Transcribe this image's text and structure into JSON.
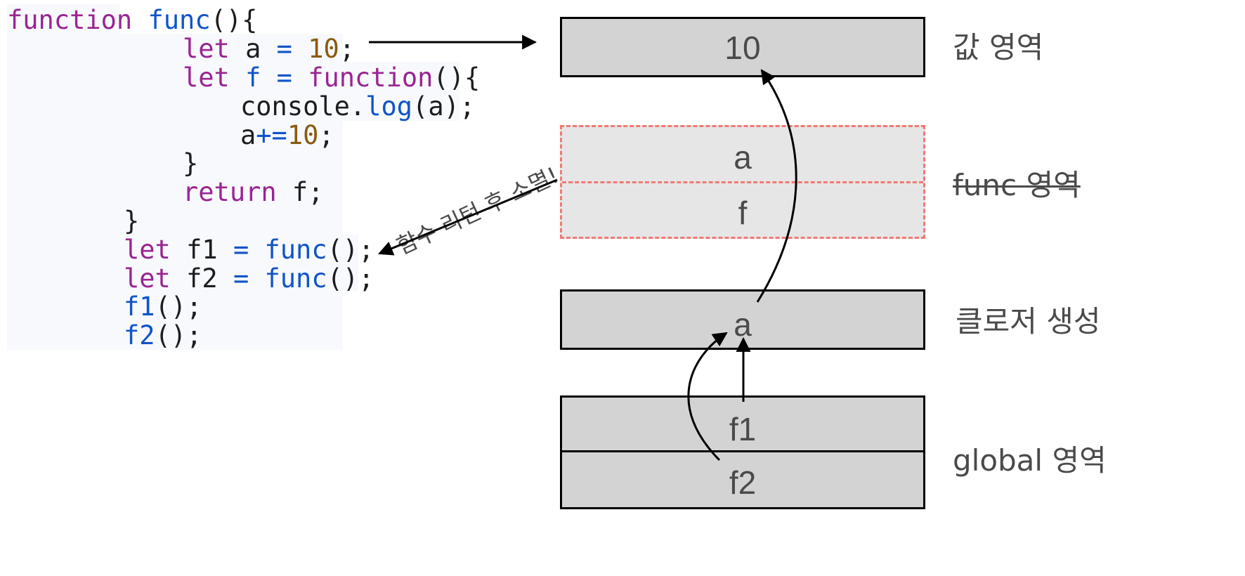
{
  "code": {
    "lines": [
      [
        {
          "t": "function",
          "c": "kw"
        },
        {
          "t": " "
        },
        {
          "t": "func",
          "c": "fn"
        },
        {
          "t": "(){"
        }
      ],
      [
        {
          "t": "let",
          "c": "kw"
        },
        {
          "t": " a "
        },
        {
          "t": "=",
          "c": "op"
        },
        {
          "t": " "
        },
        {
          "t": "10",
          "c": "num"
        },
        {
          "t": ";"
        }
      ],
      [
        {
          "t": "let",
          "c": "kw"
        },
        {
          "t": " "
        },
        {
          "t": "f",
          "c": "fn"
        },
        {
          "t": " "
        },
        {
          "t": "=",
          "c": "op"
        },
        {
          "t": " "
        },
        {
          "t": "function",
          "c": "kw"
        },
        {
          "t": "(){"
        }
      ],
      [
        {
          "t": "console."
        },
        {
          "t": "log",
          "c": "fn"
        },
        {
          "t": "(a);"
        }
      ],
      [
        {
          "t": "a"
        },
        {
          "t": "+=",
          "c": "op"
        },
        {
          "t": "10",
          "c": "num"
        },
        {
          "t": ";"
        }
      ],
      [
        {
          "t": "}"
        }
      ],
      [
        {
          "t": "return",
          "c": "kw"
        },
        {
          "t": " f;"
        }
      ],
      [
        {
          "t": "}"
        }
      ],
      [
        {
          "t": "let",
          "c": "kw"
        },
        {
          "t": " f1 "
        },
        {
          "t": "=",
          "c": "op"
        },
        {
          "t": " "
        },
        {
          "t": "func",
          "c": "fn"
        },
        {
          "t": "();"
        }
      ],
      [
        {
          "t": "let",
          "c": "kw"
        },
        {
          "t": " f2 "
        },
        {
          "t": "=",
          "c": "op"
        },
        {
          "t": " "
        },
        {
          "t": "func",
          "c": "fn"
        },
        {
          "t": "();"
        }
      ],
      [
        {
          "t": "f1",
          "c": "fn"
        },
        {
          "t": "();"
        }
      ],
      [
        {
          "t": "f2",
          "c": "fn"
        },
        {
          "t": "();"
        }
      ]
    ]
  },
  "memory": {
    "value_cell": "10",
    "func_cells": [
      "a",
      "f"
    ],
    "closure_cell": "a",
    "global_cells": [
      "f1",
      "f2"
    ]
  },
  "regions": {
    "value": "값 영역",
    "func": "func 영역",
    "closure": "클로저 생성",
    "global": "global 영역"
  },
  "annotation": "함수 리턴 후 소멸!",
  "colors": {
    "keyword": "#9b2393",
    "function": "#0f54c8",
    "number": "#8a5a12",
    "cell_fill": "#d3d3d3",
    "dashed_border": "#f07a74"
  }
}
